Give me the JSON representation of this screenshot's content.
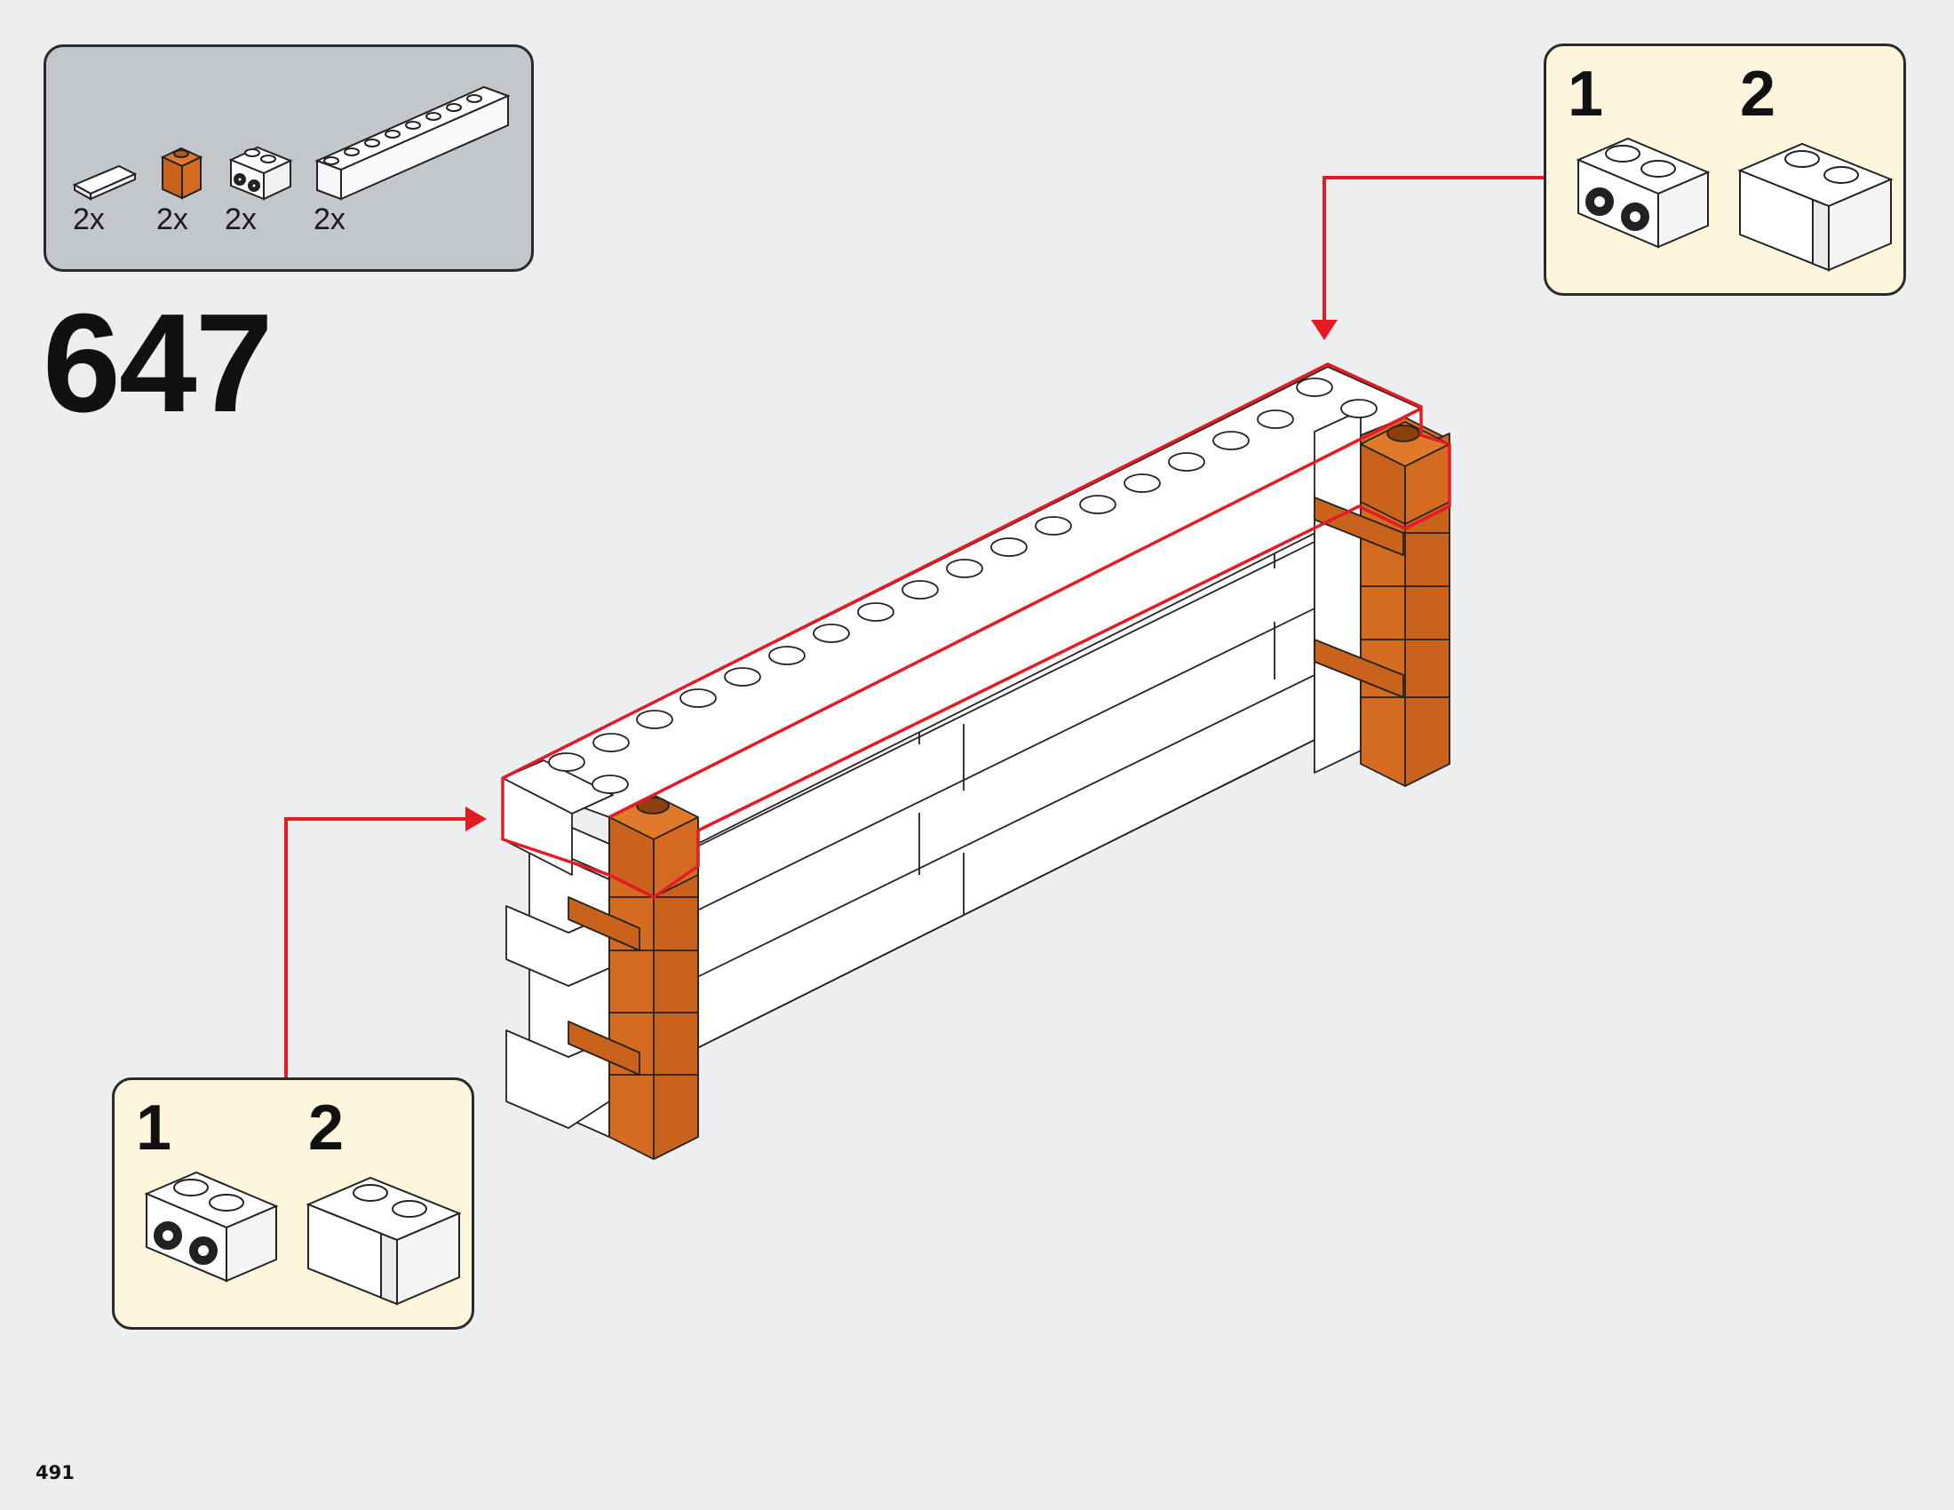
{
  "parts_list": {
    "items": [
      {
        "icon": "white-1x2-tile-icon",
        "quantity": "2x"
      },
      {
        "icon": "orange-1x1-brick-icon",
        "quantity": "2x"
      },
      {
        "icon": "white-1x2-brick-with-side-studs-icon",
        "quantity": "2x"
      },
      {
        "icon": "white-1x8-brick-icon",
        "quantity": "2x"
      }
    ]
  },
  "step": {
    "number": "647"
  },
  "callout_top": {
    "steps": [
      {
        "label": "1"
      },
      {
        "label": "2"
      }
    ]
  },
  "callout_bottom": {
    "steps": [
      {
        "label": "1"
      },
      {
        "label": "2"
      }
    ]
  },
  "colors": {
    "highlight": "#e31b23",
    "orange": "#d46b21",
    "background": "#edeef0",
    "callout": "#fdf6dd",
    "parts_panel": "#c3c7cc"
  },
  "page": {
    "number": "491"
  }
}
